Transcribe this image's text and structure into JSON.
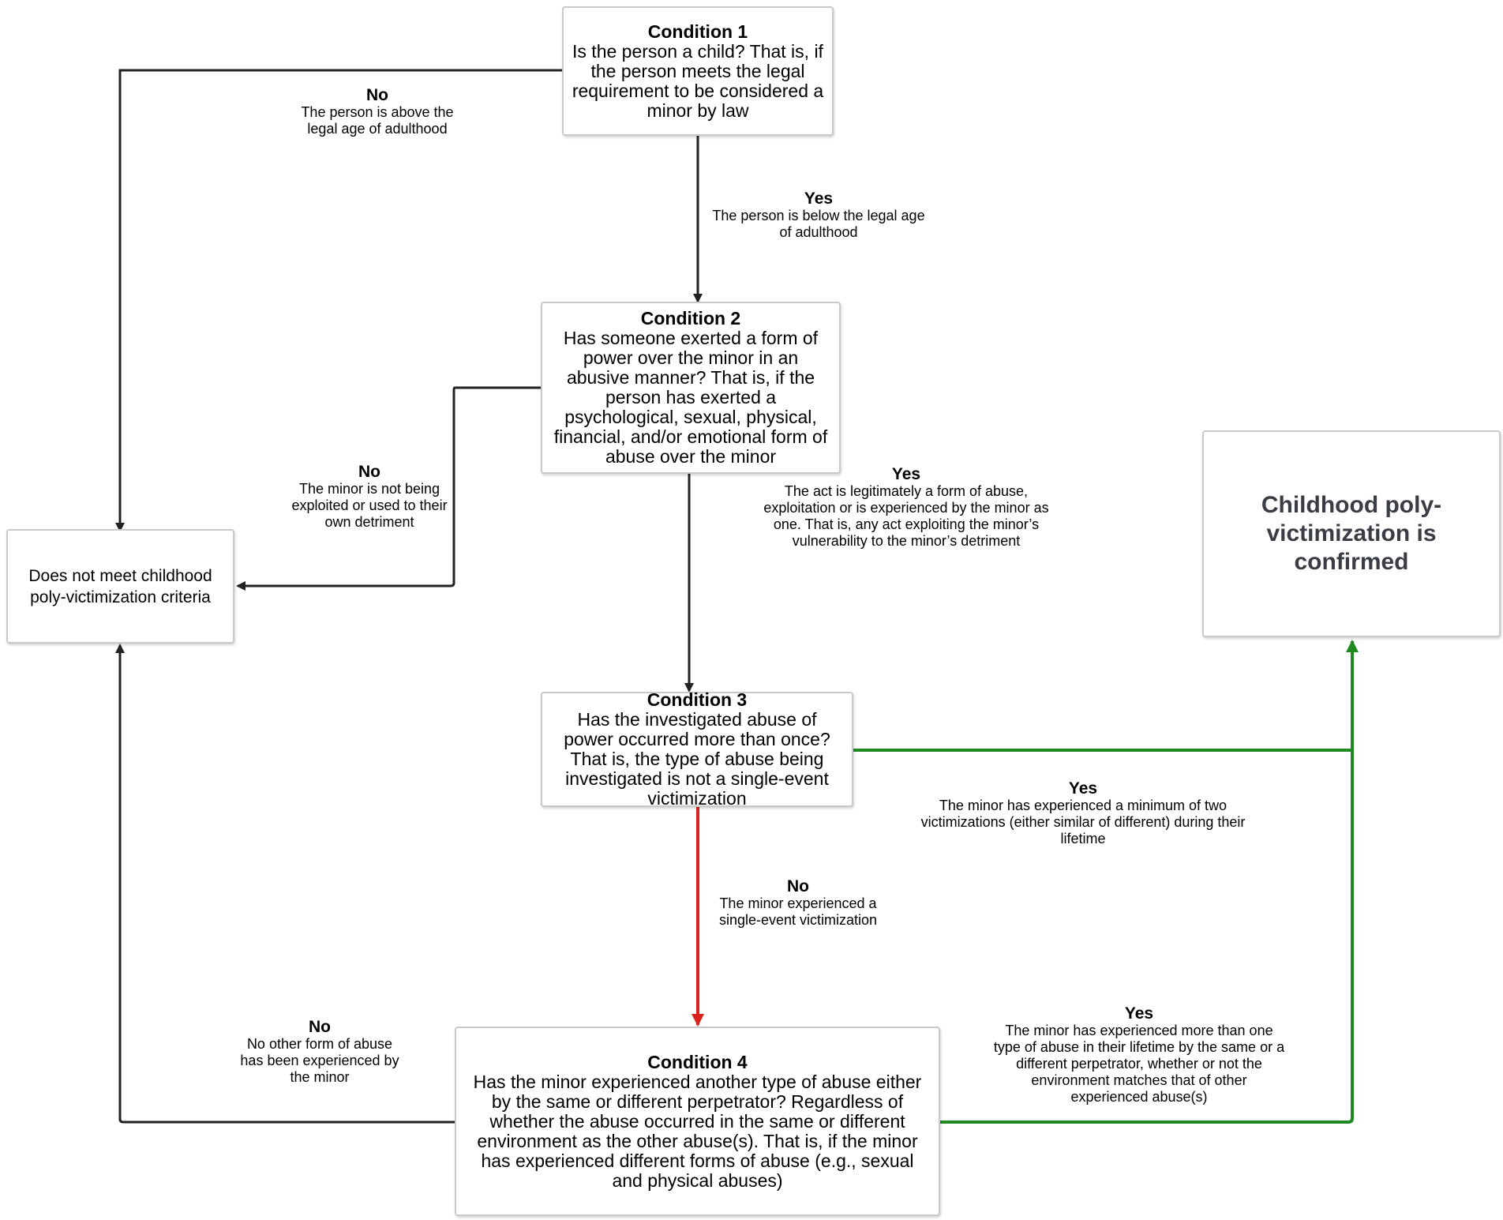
{
  "colors": {
    "black_edge": "#222222",
    "red_edge": "#d9231f",
    "green_edge": "#1f8a1f"
  },
  "nodes": {
    "c1": {
      "title": "Condition 1",
      "text": "Is the person a child? That is, if the person meets the legal requirement to be considered a minor by law"
    },
    "c2": {
      "title": "Condition 2",
      "text": "Has someone exerted a form of power over the minor in an abusive manner? That is, if the person has exerted a psychological, sexual, physical, financial, and/or emotional form of abuse over the minor"
    },
    "c3": {
      "title": "Condition 3",
      "text": "Has the investigated abuse of power occurred more than once? That is, the type of abuse being investigated is not a single-event victimization"
    },
    "c4": {
      "title": "Condition 4",
      "text": "Has the minor experienced another type of abuse either by the same or different perpetrator? Regardless of whether the abuse occurred in the same or different environment as the other abuse(s). That is, if the minor has experienced different forms of abuse (e.g., sexual and physical abuses)"
    },
    "fail": {
      "text": "Does not meet childhood poly-victimization criteria"
    },
    "confirm": {
      "text": "Childhood poly-victimization is confirmed"
    }
  },
  "edges": {
    "c1_no": {
      "head": "No",
      "text": "The person is above the legal age of adulthood"
    },
    "c1_yes": {
      "head": "Yes",
      "text": "The person is below the legal age of adulthood"
    },
    "c2_no": {
      "head": "No",
      "text": "The minor is not being exploited or used to their own detriment"
    },
    "c2_yes": {
      "head": "Yes",
      "text": "The act is legitimately a form of abuse, exploitation or is experienced by the minor as one. That is, any act exploiting the minor’s vulnerability to the minor’s detriment"
    },
    "c3_yes": {
      "head": "Yes",
      "text": "The minor has experienced a minimum of two victimizations (either similar of different) during their lifetime"
    },
    "c3_no": {
      "head": "No",
      "text": "The minor experienced a single-event victimization"
    },
    "c4_no": {
      "head": "No",
      "text": "No other form of abuse has been experienced by the minor"
    },
    "c4_yes": {
      "head": "Yes",
      "text": "The minor has experienced more than one type of abuse in their lifetime by the same or a different perpetrator, whether or not the environment matches that of other experienced abuse(s)"
    }
  }
}
